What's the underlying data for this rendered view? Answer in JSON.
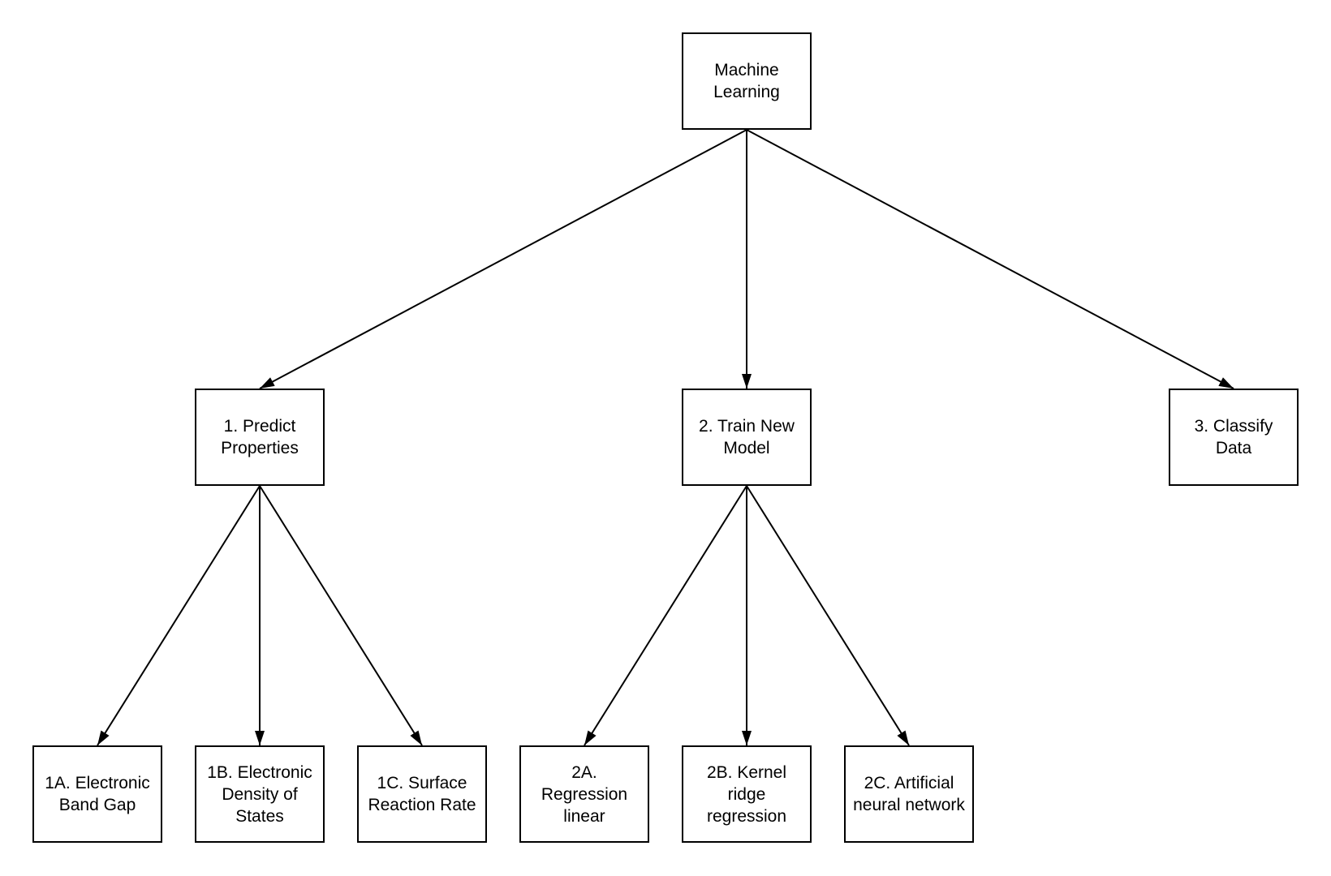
{
  "diagram": {
    "type": "flowchart",
    "colors": {
      "background": "#ffffff",
      "stroke": "#000000",
      "text": "#000000"
    },
    "nodes": {
      "machine_learning": {
        "label": "Machine\nLearning"
      },
      "predict_properties": {
        "label": "1. Predict\nProperties"
      },
      "train_new_model": {
        "label": "2. Train New\nModel"
      },
      "classify_data": {
        "label": "3. Classify\nData"
      },
      "electronic_band_gap": {
        "label": "1A. Electronic\nBand Gap"
      },
      "electronic_density_of_states": {
        "label": "1B. Electronic\nDensity of\nStates"
      },
      "surface_reaction_rate": {
        "label": "1C. Surface\nReaction Rate"
      },
      "regression_linear": {
        "label": "2A.\nRegression\nlinear"
      },
      "kernel_ridge_regression": {
        "label": "2B. Kernel\nridge\nregression"
      },
      "artificial_neural_network": {
        "label": "2C. Artificial\nneural network"
      }
    },
    "edges": [
      {
        "from": "machine_learning",
        "to": "predict_properties"
      },
      {
        "from": "machine_learning",
        "to": "train_new_model"
      },
      {
        "from": "machine_learning",
        "to": "classify_data"
      },
      {
        "from": "predict_properties",
        "to": "electronic_band_gap"
      },
      {
        "from": "predict_properties",
        "to": "electronic_density_of_states"
      },
      {
        "from": "predict_properties",
        "to": "surface_reaction_rate"
      },
      {
        "from": "train_new_model",
        "to": "regression_linear"
      },
      {
        "from": "train_new_model",
        "to": "kernel_ridge_regression"
      },
      {
        "from": "train_new_model",
        "to": "artificial_neural_network"
      }
    ]
  }
}
